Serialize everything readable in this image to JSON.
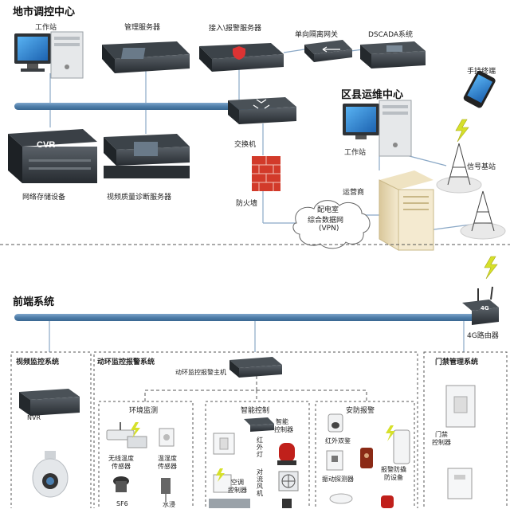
{
  "top": {
    "title": "地市调控中心",
    "workstation": "工作站",
    "mgmt_server": "管理服务器",
    "access_alarm_server": "接入\\报警服务器",
    "one_way_gateway": "单向隔离网关",
    "dscada": "DSCADA系统",
    "cvr_text": "CVR",
    "network_storage": "网络存储设备",
    "video_diag_server": "视频质量诊断服务器",
    "switch": "交换机",
    "firewall": "防火墙"
  },
  "district": {
    "title": "区县运维中心",
    "workstation": "工作站",
    "operator": "运营商",
    "vpn_line1": "配电室",
    "vpn_line2": "综合数据网",
    "vpn_line3": "(VPN)",
    "handheld": "手持终端",
    "base_station": "信号基站"
  },
  "front": {
    "title": "前端系统",
    "router": "4G路由器",
    "router_badge": "4G",
    "video_box": "视频监控系统",
    "nvr": "NVR",
    "env_box": "动环监控报警系统",
    "env_host": "动环监控报警主机",
    "env_monitor": "环境监测",
    "wireless_temp_1": "无线温度",
    "wireless_temp_2": "传感器",
    "temp_hum_1": "温湿度",
    "temp_hum_2": "传感器",
    "sf6": "SF6",
    "water": "水浸",
    "smart_ctrl": "智能控制",
    "smart_controller_1": "智能",
    "smart_controller_2": "控制器",
    "infrared_light": "红外灯",
    "ac_controller_1": "空调",
    "ac_controller_2": "控制器",
    "fan": "对流风机",
    "security": "安防报警",
    "ir_detector": "红外双鉴",
    "vibration": "振动探测器",
    "alarm_device_1": "报警防撬",
    "alarm_device_2": "防设备",
    "door_box": "门禁管理系统",
    "door_ctrl_1": "门禁",
    "door_ctrl_2": "控制器"
  },
  "colors": {
    "bus": "#5b87b3",
    "line": "#7a9bbf",
    "dashed": "#444444",
    "firewall": "#d23a2a",
    "screen": "#2a7fd0",
    "device": "#3b4248"
  }
}
